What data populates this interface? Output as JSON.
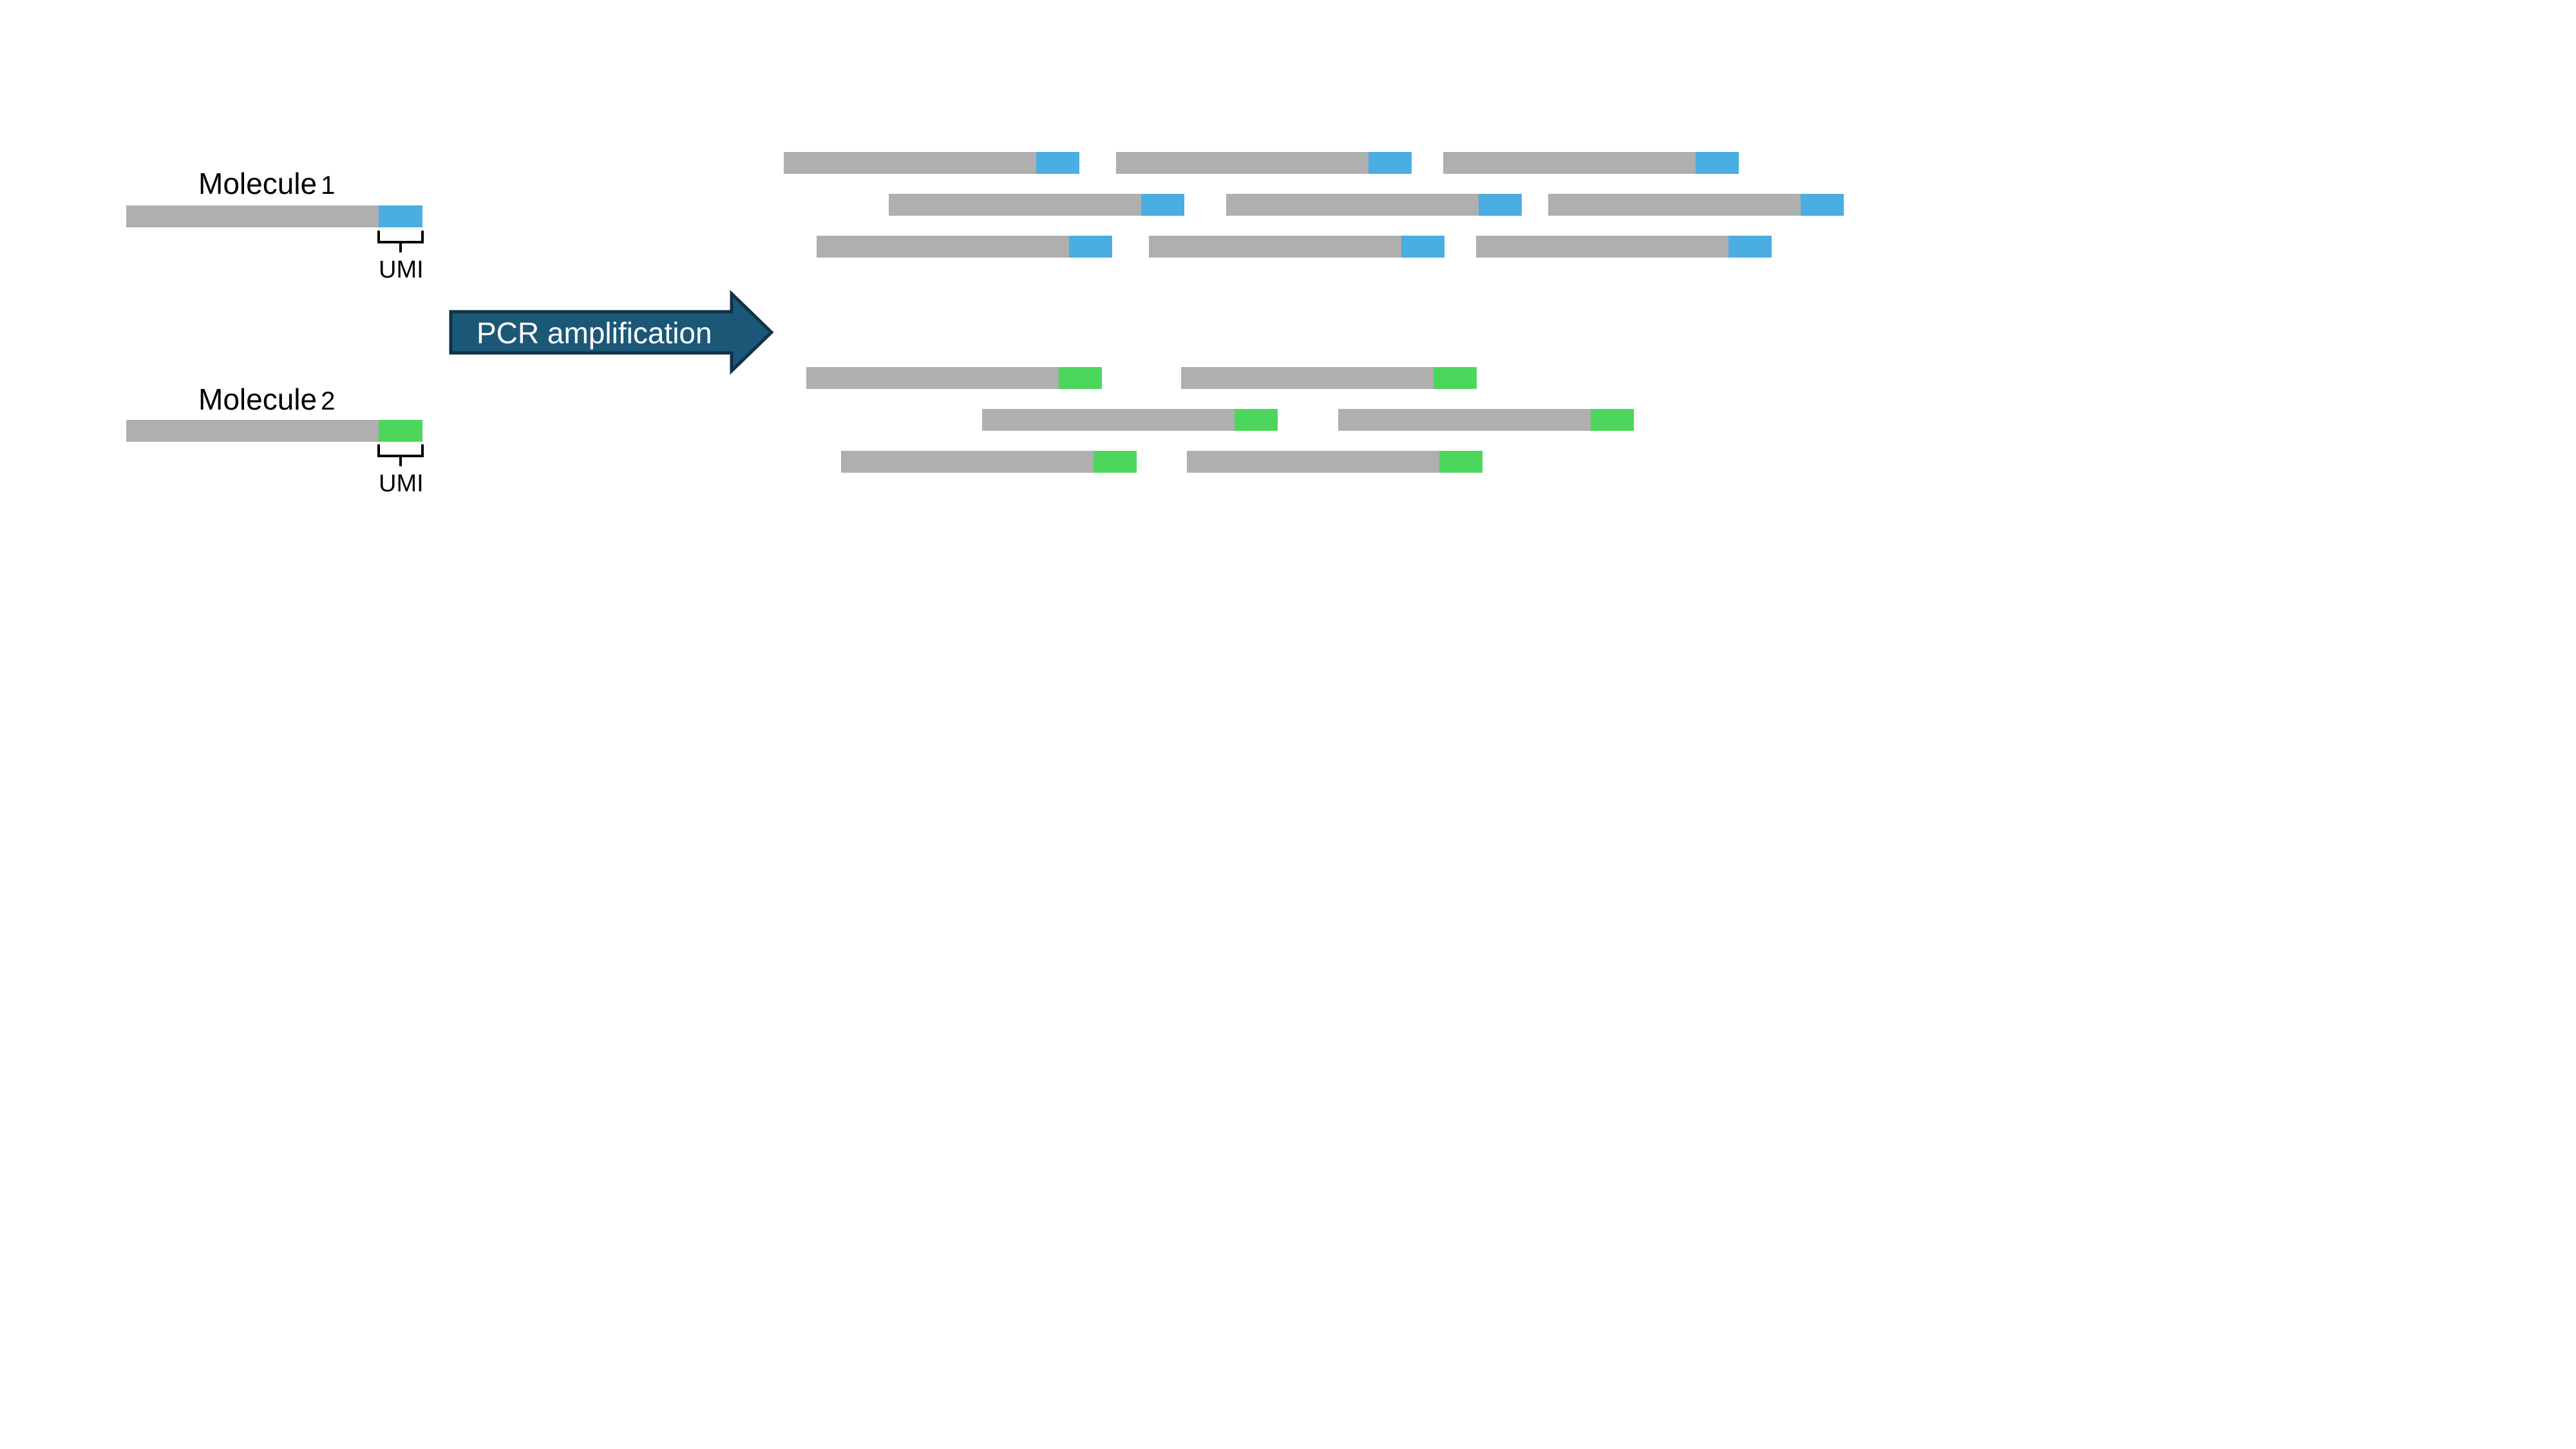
{
  "colors": {
    "molecule_body": "#afafaf",
    "umi_1": "#4aaee2",
    "umi_2": "#4cd65c",
    "arrow_fill": "#1b5878",
    "arrow_stroke": "#0f3347",
    "bracket": "#000000",
    "background": "#ffffff"
  },
  "molecules": [
    {
      "label": "Molecule",
      "number": "1",
      "umi_label": "UMI",
      "umi_color_key": "umi_1"
    },
    {
      "label": "Molecule",
      "number": "2",
      "umi_label": "UMI",
      "umi_color_key": "umi_2"
    }
  ],
  "arrow": {
    "label": "PCR amplification",
    "icon": "right-arrow-icon"
  },
  "amplified_groups": [
    {
      "molecule": 1,
      "copies": 9,
      "umi_color_key": "umi_1"
    },
    {
      "molecule": 2,
      "copies": 6,
      "umi_color_key": "umi_2"
    }
  ]
}
